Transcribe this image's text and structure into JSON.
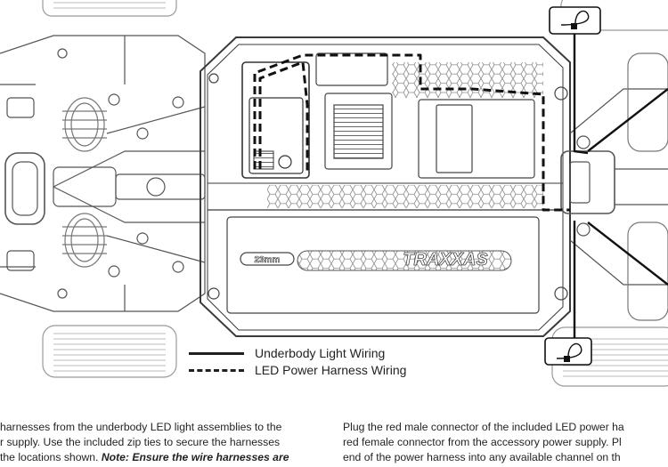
{
  "legend": {
    "underbody_label": "Underbody Light Wiring",
    "harness_label": "LED Power Harness Wiring"
  },
  "chassis": {
    "brand_mark": "TRAXXAS",
    "size_mark": "23mm"
  },
  "instructions": {
    "left": {
      "line1": "harnesses from the underbody LED light assemblies to the",
      "line2": "r supply. Use the included zip ties to secure the harnesses",
      "line3_prefix": " the locations shown. ",
      "line3_note": "Note: Ensure the wire harnesses are"
    },
    "right": {
      "line1": "Plug the red male connector of the included LED power ha",
      "line2": "red female connector from the accessory power supply. Pl",
      "line3": "end of the power harness into any available channel on th"
    }
  },
  "colors": {
    "ink": "#231f20",
    "chassis_line": "#3a3a3a",
    "light_detail": "#9a9a9a"
  }
}
